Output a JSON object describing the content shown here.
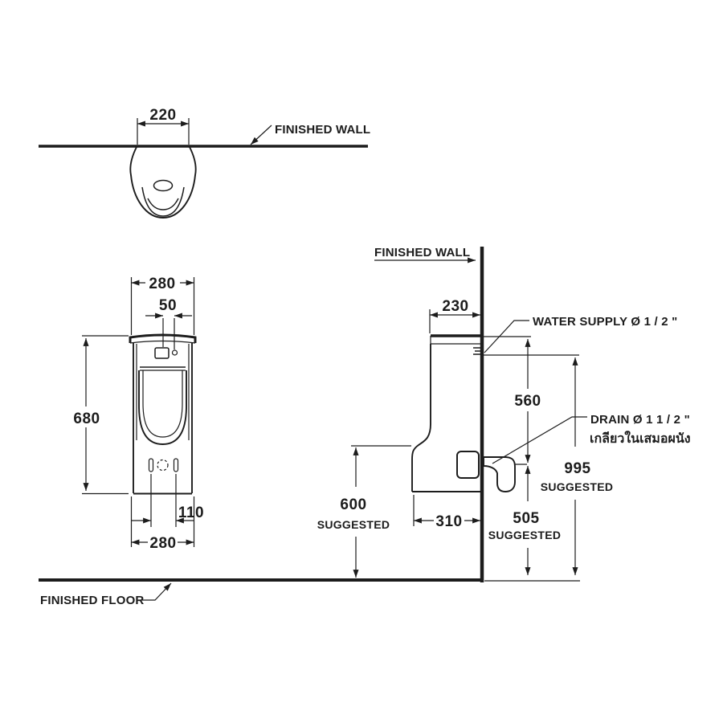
{
  "views": {
    "top": {
      "width": "220",
      "wall_label": "FINISHED WALL"
    },
    "front": {
      "top_width": "280",
      "sensor_offset": "50",
      "height": "680",
      "bolt_spacing": "110",
      "bottom_width": "280"
    },
    "side": {
      "wall_label": "FINISHED WALL",
      "top_depth": "230",
      "water_supply_label": "WATER SUPPLY  Ø 1 / 2 \"",
      "drain_label": "DRAIN Ø 1 1 / 2 \"",
      "drain_note_thai": "เกลียวในเสมอผนัง",
      "supply_to_drain": "560",
      "supply_height": "995",
      "drain_height": "505",
      "rim_height": "600",
      "bottom_depth": "310"
    },
    "suggested_label": "SUGGESTED",
    "floor_label": "FINISHED FLOOR"
  },
  "colors": {
    "line": "#1c1c1c",
    "background": "#ffffff"
  }
}
